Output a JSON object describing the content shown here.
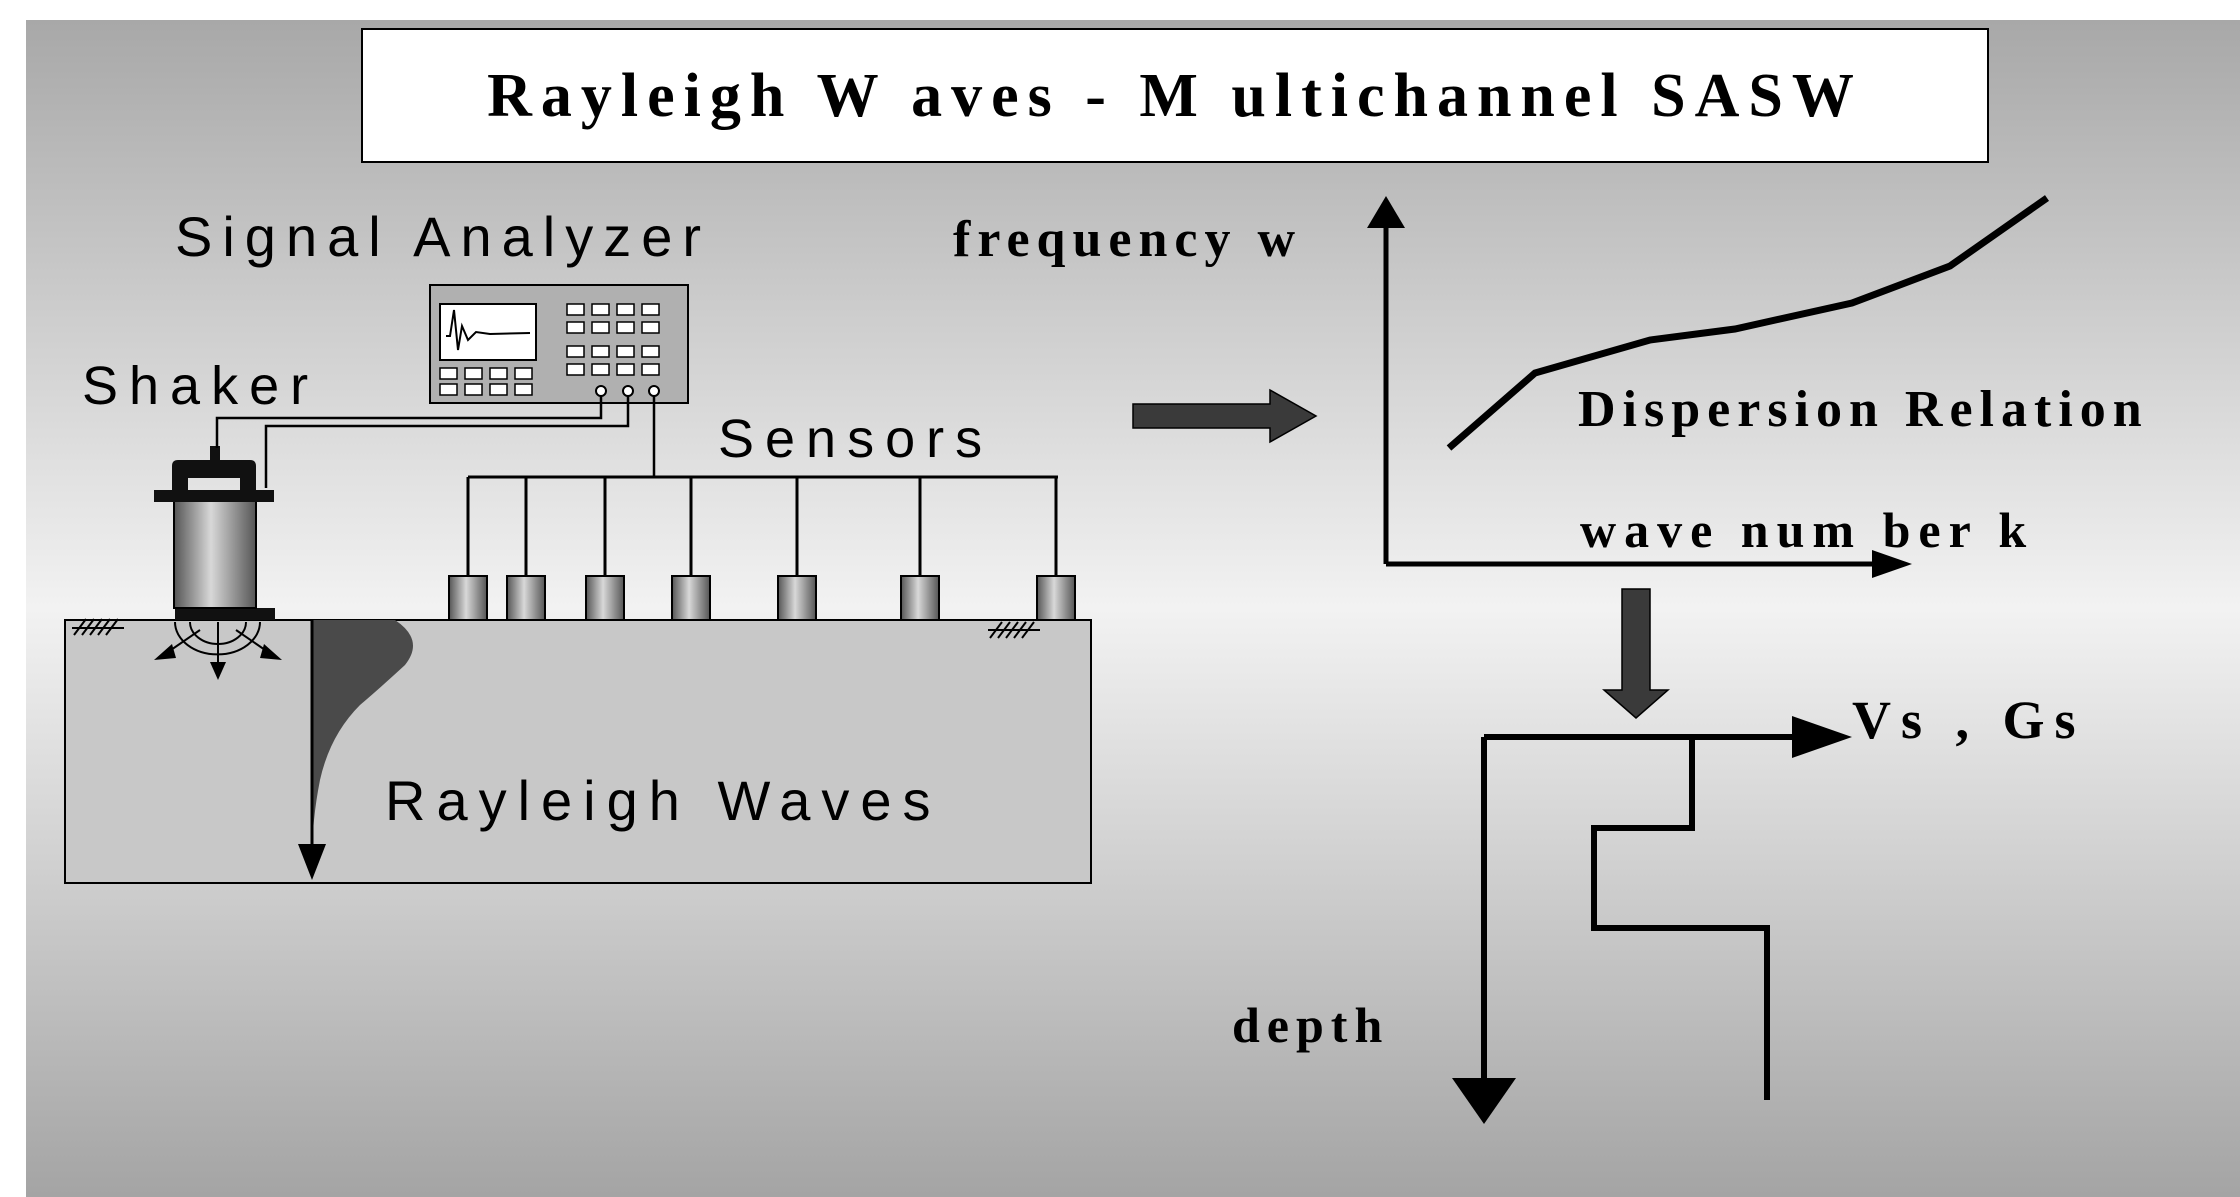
{
  "title": "Rayleigh W aves - M ultichannel SASW",
  "labels": {
    "signal_analyzer": "Signal Analyzer",
    "shaker": "Shaker",
    "sensors": "Sensors",
    "rayleigh_waves": "Rayleigh Waves",
    "frequency": "frequency w",
    "dispersion_relation": "Dispersion Relation",
    "wave_number": "wave num ber k",
    "vs_gs": "Vs , Gs",
    "depth": "depth"
  },
  "colors": {
    "background_edge": "#a8a8a8",
    "background_center": "#f2f2f2",
    "ground": "#c8c8c8",
    "arrow_fill": "#3a3a3a",
    "device_fill": "#b0b0b0",
    "wave_fill": "#4a4a4a"
  }
}
